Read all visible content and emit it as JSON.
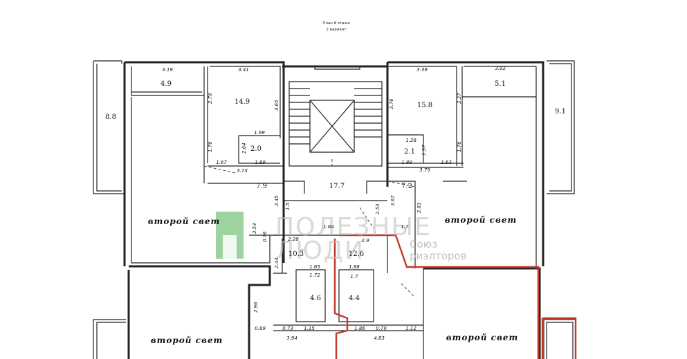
{
  "header": {
    "line1": "План 8 этажа",
    "line2": "2 вариант"
  },
  "watermark": {
    "line1": "ПОЛЕЗНЫЕ",
    "line2": "ЛЮДИ",
    "sub1": "Союз",
    "sub2": "риэлторов"
  },
  "rooms": {
    "balcony_left": "8.8",
    "top_left_small": "4.9",
    "room_14_9": "14.9",
    "bath_left": "2.0",
    "hall_left": "7.9",
    "stair": "17.7",
    "room_15_8": "15.8",
    "bath_right": "2.1",
    "hall_right": "7.2",
    "top_right_small": "5.1",
    "balcony_right": "9.1",
    "corridor_left": "10.3",
    "corridor_right": "12.6",
    "wc_left": "4.6",
    "wc_right": "4.4"
  },
  "labels": {
    "second_light_1": "второй свет",
    "second_light_2": "второй свет",
    "second_light_3": "второй свет",
    "second_light_4": "второй свет"
  },
  "dims": {
    "d1": "3.19",
    "d2": "3.41",
    "d3": "3.39",
    "d4": "3.92",
    "d5": "1.99",
    "d6": "1.67",
    "d7": "3.73",
    "d8": "1.89",
    "d9": "1.89",
    "d10": "3.79",
    "d11": "1.63",
    "d12": "1.28",
    "d13": "2.64",
    "d14": "2.28",
    "d15": "1.64",
    "d16": "2.9",
    "d17": "1.7",
    "d18": "1.65",
    "d19": "1.72",
    "d20": "1.88",
    "d21": "1.7",
    "d22": "0.89",
    "d23": "0.73",
    "d24": "1.15",
    "d25": "3.94",
    "d26": "1.86",
    "d27": "0.79",
    "d28": "1.12",
    "d29": "4.83",
    "d30": "2.76",
    "d31": "2.45",
    "d32": "3.65",
    "d33": "3.76",
    "d34": "2.37",
    "d35": "1.76",
    "d36": "1.57",
    "d37": "2.53",
    "d38": "3.67",
    "d39": "2.81",
    "d40": "3.54",
    "d41": "1.5",
    "d42": "0.76",
    "d43": "2.44",
    "d44": "2.96"
  },
  "colors": {
    "walls": "#222222",
    "highlight": "#c0392b",
    "watermark": "#4caf50"
  }
}
